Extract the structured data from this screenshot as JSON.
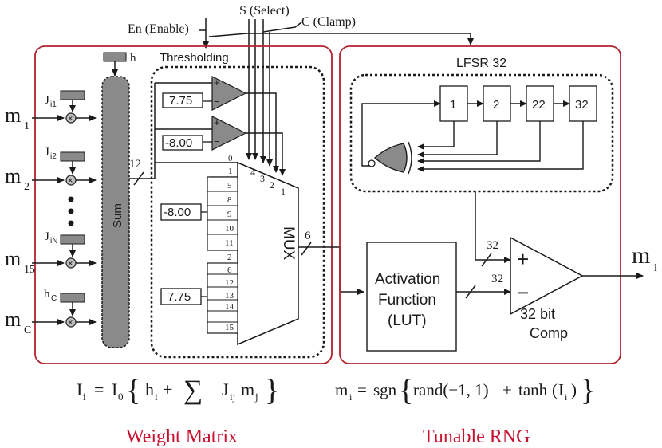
{
  "header": {
    "enable": "En (Enable)",
    "select": "S (Select)",
    "clamp": "C (Clamp)"
  },
  "weight_matrix": {
    "thresholding_label": "Thresholding",
    "bias_label": "h",
    "sum_label": "Sum",
    "bus_width_sum": "12",
    "bus_width_mux": "6",
    "comparator_ref_top": "7.75",
    "comparator_ref_bottom": "-8.00",
    "plus_sign": "+",
    "minus_sign": "−",
    "mux_label": "MUX",
    "mux_select_numbers": [
      "4",
      "3",
      "2",
      "1"
    ],
    "mux_inputs_top": [
      "0",
      "1"
    ],
    "mux_group_low_value": "-8.00",
    "mux_group_low_inputs": [
      "5",
      "8",
      "9",
      "10",
      "11"
    ],
    "mux_group_high_value": "7.75",
    "mux_group_high_inputs": [
      "2",
      "6",
      "12",
      "13",
      "14",
      "15"
    ],
    "inputs": [
      {
        "signal": "m",
        "sub": "1",
        "weight": "J",
        "weight_sub": "i1"
      },
      {
        "signal": "m",
        "sub": "2",
        "weight": "J",
        "weight_sub": "i2"
      },
      {
        "signal": "m",
        "sub": "15",
        "weight": "J",
        "weight_sub": "iN"
      },
      {
        "signal": "m",
        "sub": "C",
        "weight": "h",
        "weight_sub": "C"
      }
    ],
    "equation": {
      "lhs": "I",
      "lhs_sub": "i",
      "eq": "=",
      "factor": "I",
      "factor_sub": "0",
      "brace_open": "{",
      "h": "h",
      "h_sub": "i",
      "plus": "+",
      "sigma": "∑",
      "J": "J",
      "J_sub": "ij",
      "m": "m",
      "m_sub": "j",
      "brace_close": "}"
    },
    "caption": "Weight Matrix"
  },
  "rng": {
    "lfsr_label": "LFSR 32",
    "lfsr_stages": [
      "1",
      "2",
      "22",
      "32"
    ],
    "activation_lines": [
      "Activation",
      "Function",
      "(LUT)"
    ],
    "bus_width_lfsr": "32",
    "bus_width_act": "32",
    "comparator_lines": [
      "32 bit",
      "Comp"
    ],
    "plus_sign": "+",
    "minus_sign": "−",
    "output": "m",
    "output_sub": "i",
    "equation": {
      "lhs": "m",
      "lhs_sub": "i",
      "eq": "=",
      "sgn": "sgn",
      "brace_open": "{",
      "rand": "rand(−1, 1)",
      "plus": "+",
      "tanh": "tanh",
      "arg": "I",
      "arg_sub": "i",
      "brace_close": "}"
    },
    "caption": "Tunable RNG"
  },
  "colors": {
    "panel_border": "#b5222e",
    "caption": "#c8102e",
    "gray_block": "#8a8a8a",
    "line": "#1a1a1a"
  }
}
